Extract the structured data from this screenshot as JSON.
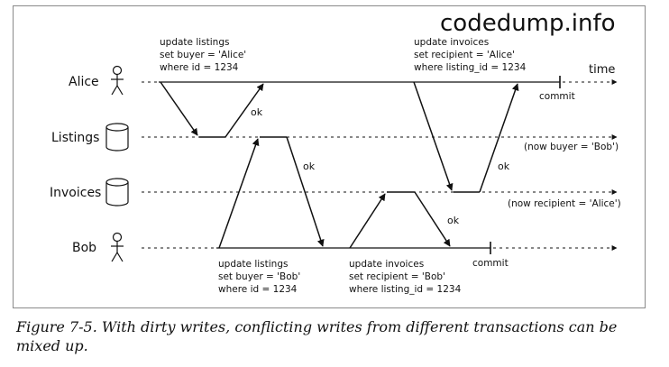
{
  "watermark": "codedump.info",
  "actors": {
    "alice": "Alice",
    "listings": "Listings",
    "invoices": "Invoices",
    "bob": "Bob"
  },
  "time_label": "time",
  "alice_write_listings": [
    "update listings",
    "set buyer = 'Alice'",
    "where id = 1234"
  ],
  "alice_write_invoices": [
    "update invoices",
    "set recipient = 'Alice'",
    "where listing_id = 1234"
  ],
  "bob_write_listings": [
    "update listings",
    "set buyer = 'Bob'",
    "where id = 1234"
  ],
  "bob_write_invoices": [
    "update invoices",
    "set recipient = 'Bob'",
    "where listing_id = 1234"
  ],
  "ok": "ok",
  "commit": "commit",
  "notes": {
    "listings_final": "(now buyer = 'Bob')",
    "invoices_final": "(now recipient = 'Alice')"
  },
  "caption": "Figure 7-5. With dirty writes, conflicting writes from different transactions can be mixed up."
}
